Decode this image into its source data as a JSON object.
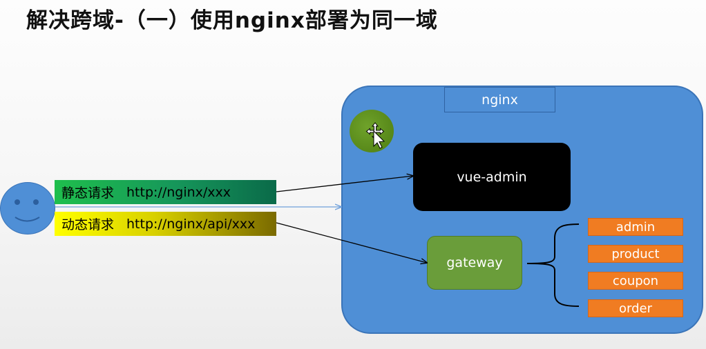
{
  "title": "解决跨域-（一）使用nginx部署为同一域",
  "nginx": {
    "label": "nginx"
  },
  "vue_admin": {
    "label": "vue-admin"
  },
  "gateway": {
    "label": "gateway"
  },
  "services": [
    "admin",
    "product",
    "coupon",
    "order"
  ],
  "requests": {
    "static": {
      "kind": "静态请求",
      "url": "http://nginx/xxx"
    },
    "dynamic": {
      "kind": "动态请求",
      "url": "http://nginx/api/xxx"
    }
  },
  "colors": {
    "nginx_blue": "#4f8fd6",
    "gateway_green": "#6a9d3a",
    "service_orange": "#f07c22",
    "static_green": "#16965a",
    "dynamic_yellow": "#ffff00"
  },
  "icons": [
    "smiley-face-icon",
    "move-cursor-icon"
  ]
}
